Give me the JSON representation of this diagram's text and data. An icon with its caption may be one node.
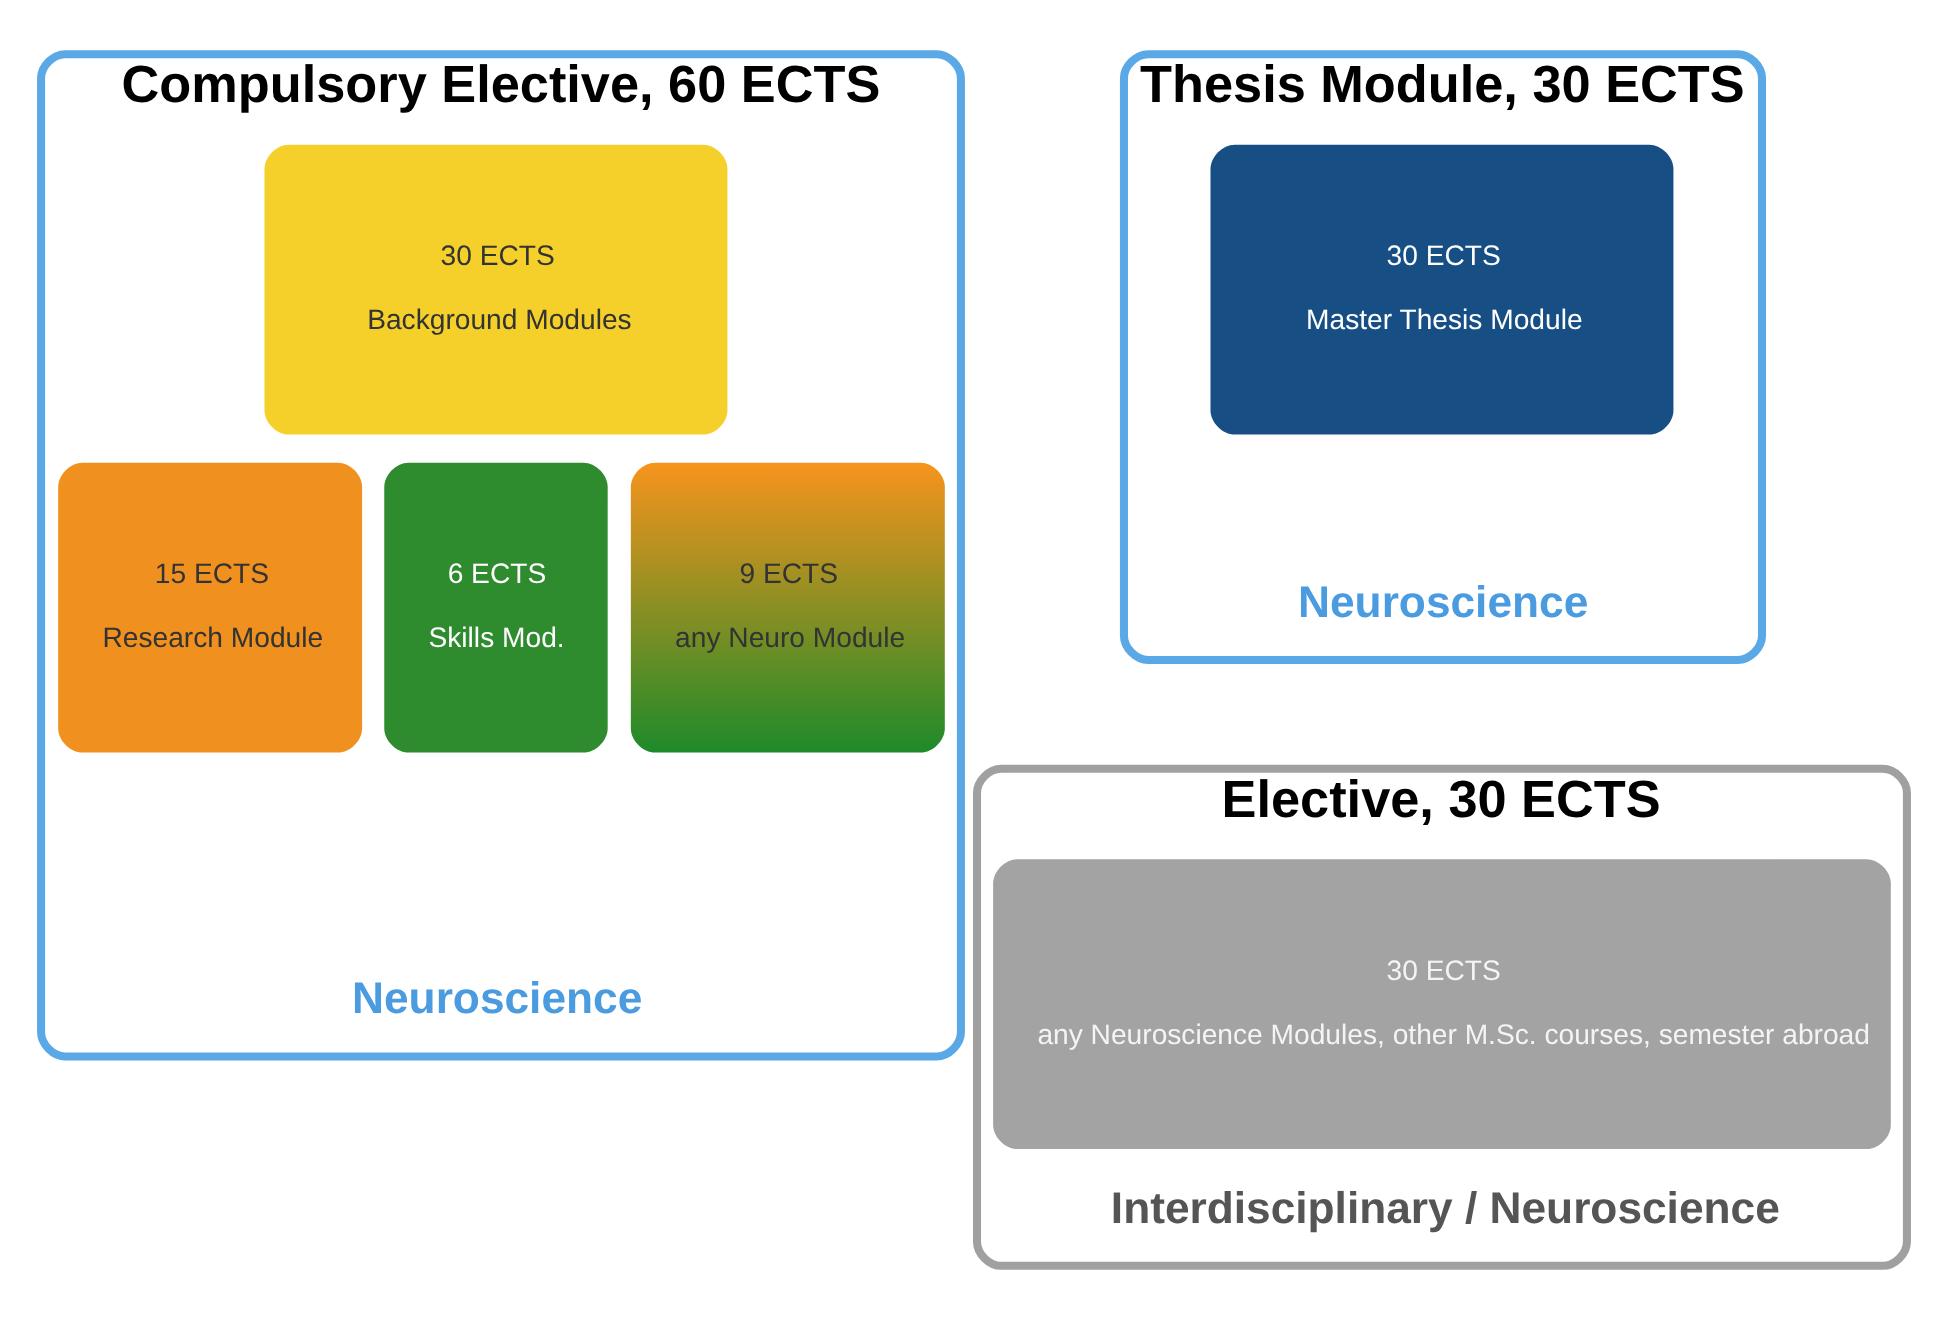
{
  "diagram": {
    "nodes": [
      {
        "text": [
          "Compulsory Elective, 60 ECTS",
          "Neuroscience"
        ]
      },
      {
        "text": [
          "30 ECTS",
          "Background Modules"
        ],
        "in": 0
      },
      {
        "text": [
          "15 ECTS",
          "Research Module"
        ],
        "in": 0
      },
      {
        "text": [
          "6 ECTS",
          "Skills Mod."
        ],
        "in": 0
      },
      {
        "text": [
          "9 ECTS",
          "any Neuro Module"
        ],
        "in": 0
      },
      {
        "text": [
          "Thesis Module, 30 ECTS",
          "Neuroscience"
        ]
      },
      {
        "text": [
          "30 ECTS",
          "Master Thesis Module"
        ],
        "in": 5
      },
      {
        "text": [
          "Elective, 30 ECTS",
          "Interdisciplinary / Neuroscience"
        ]
      },
      {
        "text": [
          "30 ECTS",
          "any Neuroscience Modules, other M.Sc. courses, semester abroad"
        ],
        "in": 7
      }
    ]
  }
}
